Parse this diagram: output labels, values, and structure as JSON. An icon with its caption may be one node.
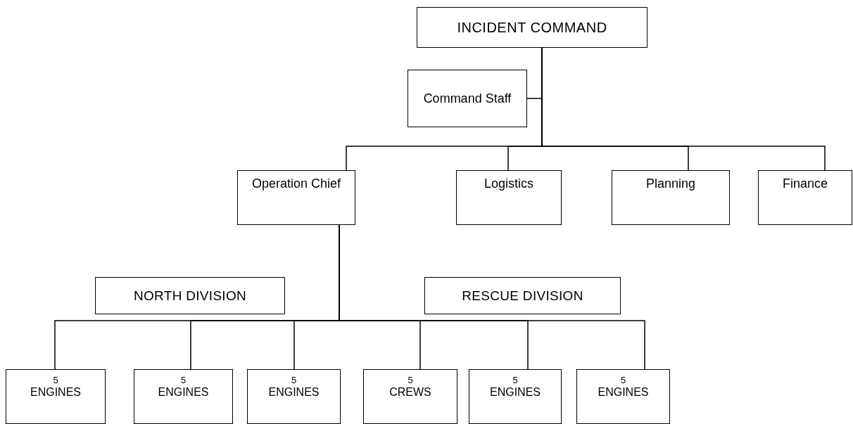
{
  "diagram": {
    "nodes": [
      {
        "text": [
          "INCIDENT COMMAND"
        ]
      },
      {
        "text": [
          "Command Staff"
        ]
      },
      {
        "text": [
          "Operation Chief"
        ]
      },
      {
        "text": [
          "Logistics"
        ]
      },
      {
        "text": [
          "Planning"
        ]
      },
      {
        "text": [
          "Finance"
        ]
      },
      {
        "text": [
          "NORTH DIVISION"
        ]
      },
      {
        "text": [
          "RESCUE DIVISION"
        ]
      },
      {
        "text": [
          "5",
          "ENGINES"
        ]
      },
      {
        "text": [
          "5",
          "ENGINES"
        ]
      },
      {
        "text": [
          "5",
          "ENGINES"
        ]
      },
      {
        "text": [
          "5",
          "CREWS"
        ]
      },
      {
        "text": [
          "5",
          "ENGINES"
        ]
      },
      {
        "text": [
          "5",
          "ENGINES"
        ]
      }
    ],
    "edges": [
      {
        "from": 0,
        "to": 1,
        "arrow": "none"
      },
      {
        "from": 0,
        "to": 2,
        "arrow": "none"
      },
      {
        "from": 0,
        "to": 3,
        "arrow": "none"
      },
      {
        "from": 0,
        "to": 4,
        "arrow": "none"
      },
      {
        "from": 0,
        "to": 5,
        "arrow": "none"
      },
      {
        "from": 2,
        "to": 8,
        "arrow": "none"
      },
      {
        "from": 2,
        "to": 9,
        "arrow": "none"
      },
      {
        "from": 2,
        "to": 10,
        "arrow": "none"
      },
      {
        "from": 2,
        "to": 11,
        "arrow": "none"
      },
      {
        "from": 2,
        "to": 12,
        "arrow": "none"
      },
      {
        "from": 2,
        "to": 13,
        "arrow": "none"
      }
    ]
  }
}
